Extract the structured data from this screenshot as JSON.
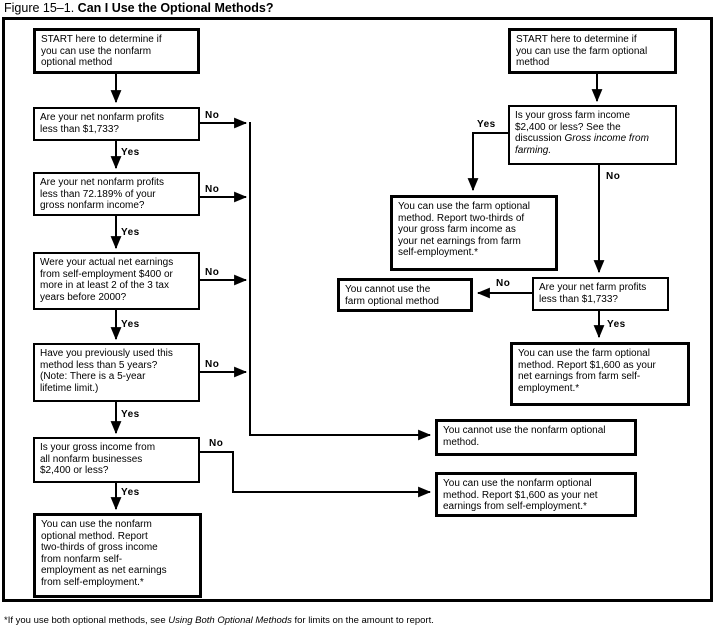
{
  "title": {
    "figure_label": "Figure 15–1.",
    "heading": "Can I Use the Optional Methods?"
  },
  "labels": {
    "yes": "Yes",
    "no": "No"
  },
  "nonfarm": {
    "start": "START here to determine if\nyou can use the nonfarm\noptional method",
    "q_profits": "Are your net nonfarm profits\nless than $1,733?",
    "q_percent": "Are your net nonfarm profits\nless than 72.189% of your\ngross nonfarm income?",
    "q_earnings_400": "Were your actual net earnings\nfrom self-employment $400 or\nmore in at least 2 of the 3 tax\nyears before 2000?",
    "q_used_5_years": "Have you previously used this\nmethod less than 5 years?\n(Note: There is a 5-year\nlifetime limit.)",
    "q_gross_income": "Is your gross income from\nall nonfarm businesses\n$2,400 or less?",
    "result_two_thirds": "You can use the nonfarm\noptional method. Report\ntwo-thirds of gross income\nfrom nonfarm self-\nemployment as net earnings\nfrom self-employment.*",
    "result_cannot": "You cannot use the nonfarm optional\nmethod.",
    "result_1600": "You can use the nonfarm optional\nmethod. Report $1,600 as your net\nearnings from self-employment.*"
  },
  "farm": {
    "start": "START here to determine if\nyou can use the farm optional\nmethod",
    "q_gross_income": "Is your gross farm income\n$2,400 or less? See the\ndiscussion ",
    "q_gross_income_italic": "Gross income from\nfarming.",
    "result_two_thirds": "You can use the farm optional\nmethod. Report two-thirds of\nyour gross farm income as\nyour net earnings from farm\nself-employment.*",
    "result_cannot": "You cannot use the\nfarm optional method",
    "q_net_profits": "Are your net farm profits\nless than $1,733?",
    "result_1600": "You can use the farm optional\nmethod. Report $1,600 as your\nnet earnings from farm self-\nemployment.*"
  },
  "footnote": {
    "before_italic": "*If you use both optional methods, see ",
    "italic": "Using Both Optional Methods",
    "after_italic": " for limits on the amount to report."
  }
}
